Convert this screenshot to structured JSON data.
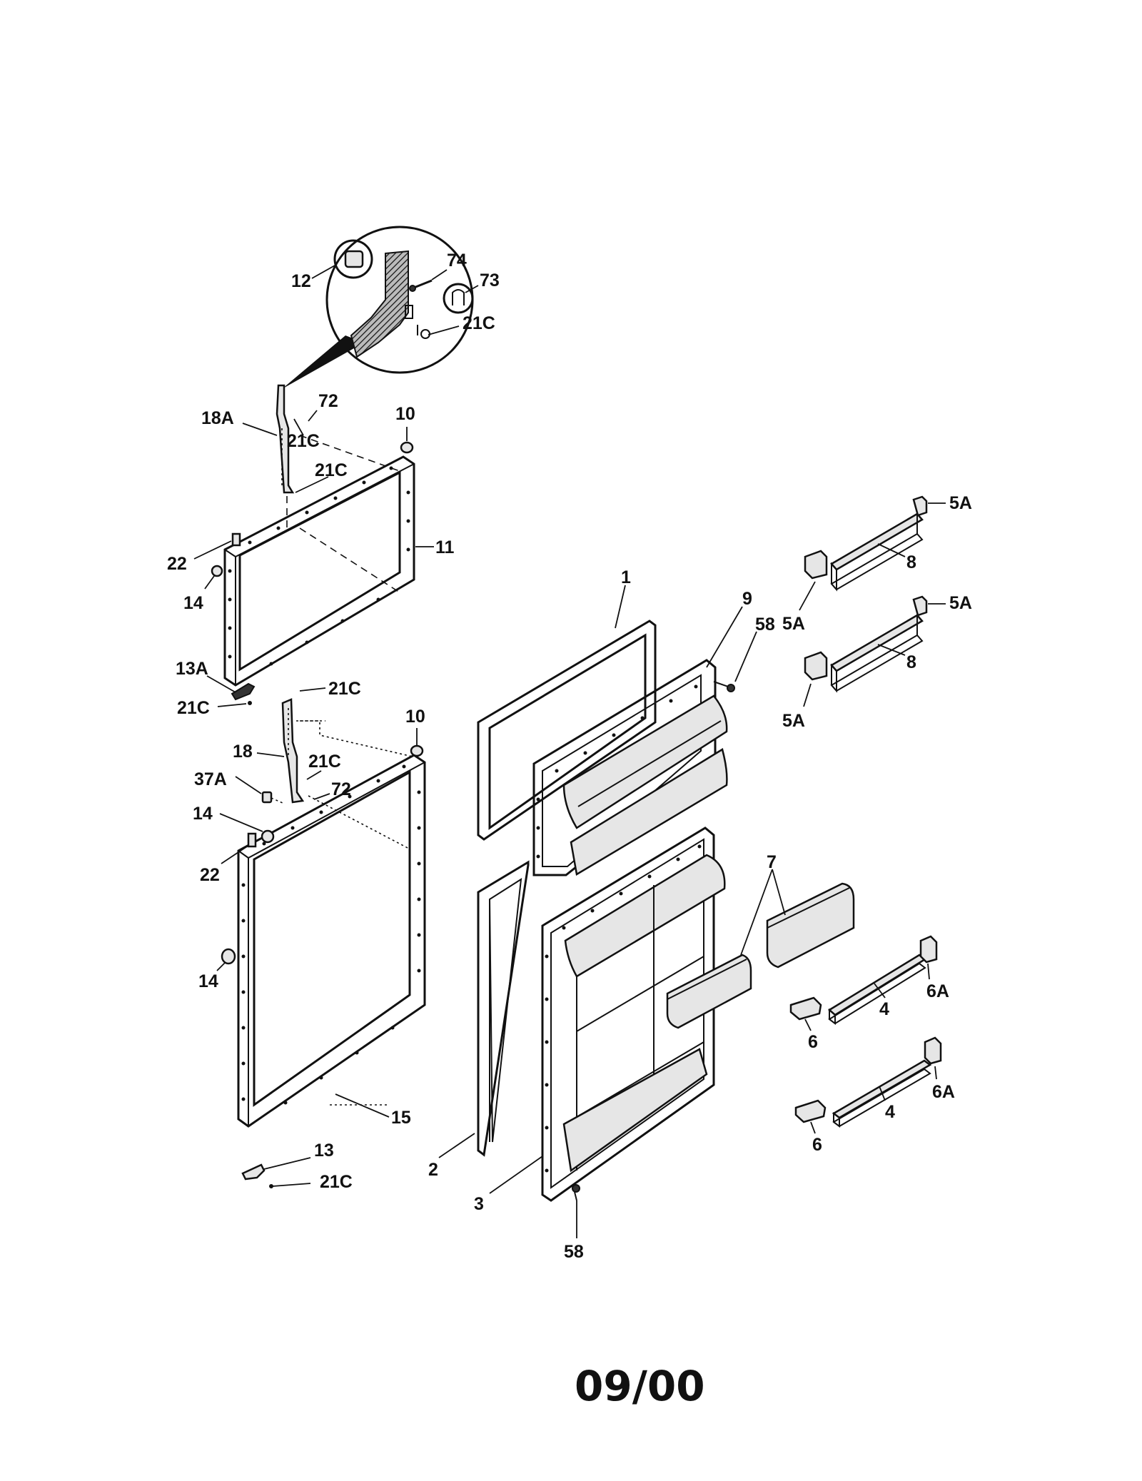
{
  "diagram": {
    "callouts": {
      "c12": "12",
      "c74": "74",
      "c73": "73",
      "c21c_a": "21C",
      "c18a": "18A",
      "c72_a": "72",
      "c21c_b": "21C",
      "c10_a": "10",
      "c21c_c": "21C",
      "c22_a": "22",
      "c14_a": "14",
      "c11": "11",
      "c13a": "13A",
      "c21c_d": "21C",
      "c21c_e": "21C",
      "c10_b": "10",
      "c18": "18",
      "c21c_f": "21C",
      "c37a": "37A",
      "c72_b": "72",
      "c14_b": "14",
      "c22_b": "22",
      "c14_c": "14",
      "c15": "15",
      "c13": "13",
      "c21c_g": "21C",
      "c2": "2",
      "c3": "3",
      "c58_b": "58",
      "c1": "1",
      "c9": "9",
      "c58_a": "58",
      "c5a_1": "5A",
      "c8_1": "8",
      "c5a_2": "5A",
      "c5a_3": "5A",
      "c8_2": "8",
      "c5a_4": "5A",
      "c7": "7",
      "c6a_1": "6A",
      "c4_1": "4",
      "c6_1": "6",
      "c6a_2": "6A",
      "c4_2": "4",
      "c6_2": "6"
    },
    "footer_code": "09/00"
  }
}
